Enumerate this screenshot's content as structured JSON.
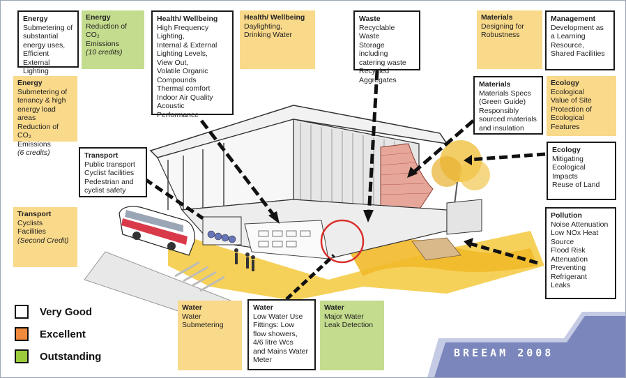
{
  "boxes": [
    {
      "id": "energy-submetering",
      "style": "white",
      "title": "Energy",
      "lines": [
        "Submetering of",
        "substantial",
        "energy uses,",
        "Efficient External",
        "Lighting"
      ]
    },
    {
      "id": "energy-co2-10",
      "style": "green",
      "title": "Energy",
      "lines": [
        "Reduction of CO₂",
        "Emissions"
      ],
      "italic": "(10 credits)"
    },
    {
      "id": "health-lighting",
      "style": "white",
      "title": "Health/ Wellbeing",
      "lines": [
        "High Frequency",
        "Lighting,",
        "Internal & External",
        "Lighting Levels,",
        "View Out,",
        "Volatile Organic",
        "Compounds",
        "Thermal comfort",
        "Indoor Air Quality",
        "Acoustic Performance"
      ]
    },
    {
      "id": "health-daylighting",
      "style": "yellow",
      "title": "Health/ Wellbeing",
      "lines": [
        "Daylighting,",
        "Drinking Water"
      ]
    },
    {
      "id": "waste",
      "style": "white",
      "title": "Waste",
      "lines": [
        "Recyclable Waste",
        "Storage including",
        "catering waste",
        "Recycled",
        "Aggregates"
      ]
    },
    {
      "id": "materials-robustness",
      "style": "yellow",
      "title": "Materials",
      "lines": [
        "Designing for",
        "Robustness"
      ]
    },
    {
      "id": "management",
      "style": "white",
      "title": "Management",
      "lines": [
        "Development as",
        "a Learning",
        "Resource,",
        "Shared Facilities"
      ]
    },
    {
      "id": "energy-tenancy",
      "style": "yellow",
      "title": "Energy",
      "lines": [
        "Submetering of",
        "tenancy & high",
        "energy load areas",
        "Reduction of CO₂",
        "Emissions"
      ],
      "italic": "(6 credits)"
    },
    {
      "id": "materials-specs",
      "style": "white",
      "title": "Materials",
      "lines": [
        "Materials Specs",
        "(Green Guide)",
        "Responsibly",
        "sourced materials",
        "and insulation"
      ]
    },
    {
      "id": "ecology-value",
      "style": "yellow",
      "title": "Ecology",
      "lines": [
        "Ecological",
        "Value of Site",
        "Protection of",
        "Ecological",
        "Features"
      ]
    },
    {
      "id": "transport-public",
      "style": "white",
      "title": "Transport",
      "lines": [
        "Public transport",
        "Cyclist facilities",
        "Pedestrian and",
        "cyclist safety"
      ]
    },
    {
      "id": "ecology-mitigating",
      "style": "white",
      "title": "Ecology",
      "lines": [
        "Mitigating",
        "Ecological",
        "Impacts",
        "Reuse of Land"
      ]
    },
    {
      "id": "transport-cyclists",
      "style": "yellow",
      "title": "Transport",
      "lines": [
        "Cyclists",
        "Facilities"
      ],
      "italic": "(Second Credit)"
    },
    {
      "id": "pollution",
      "style": "white",
      "title": "Pollution",
      "lines": [
        "Noise Attenuation",
        "Low NOx Heat",
        "Source",
        "Flood Risk",
        "Attenuation",
        "Preventing",
        "Refrigerant",
        "Leaks"
      ]
    },
    {
      "id": "water-submetering",
      "style": "yellow",
      "title": "Water",
      "lines": [
        "Water",
        "Submetering"
      ]
    },
    {
      "id": "water-low-use",
      "style": "white",
      "title": "Water",
      "lines": [
        "Low Water Use",
        "Fittings: Low",
        "flow showers,",
        "4/6 litre Wcs",
        "and Mains Water",
        "Meter"
      ]
    },
    {
      "id": "water-leak",
      "style": "green",
      "title": "Water",
      "lines": [
        "Major Water",
        "Leak Detection"
      ]
    }
  ],
  "legend": [
    {
      "id": "very-good",
      "label": "Very Good",
      "color": "#ffffff"
    },
    {
      "id": "excellent",
      "label": "Excellent",
      "color": "#f08a3c"
    },
    {
      "id": "outstanding",
      "label": "Outstanding",
      "color": "#9ccc3c"
    }
  ],
  "badge": {
    "text": "BREEAM 2008",
    "color": "#7b86bd"
  },
  "colors": {
    "yellow": "#f9d98a",
    "green": "#c4dc8e",
    "white": "#ffffff",
    "ground": "#f5c93c",
    "highlight_circle": "#d9302c",
    "bus": "#d93a4a"
  }
}
